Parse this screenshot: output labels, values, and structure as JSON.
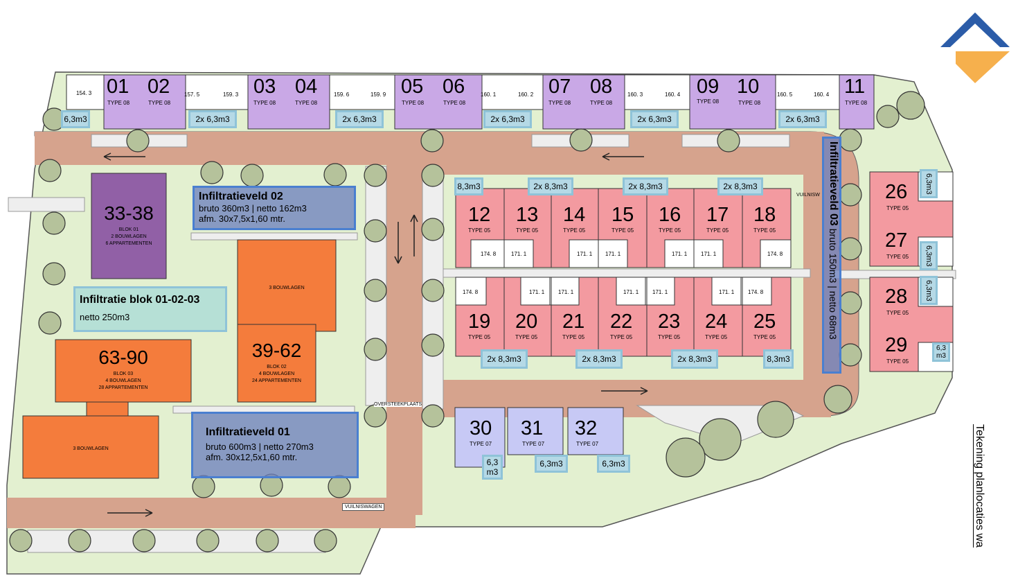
{
  "colors": {
    "grass": "#e3f0d0",
    "road": "#d6a38d",
    "purple": "#c9a8e6",
    "pink": "#f39aa0",
    "orange": "#f47c3c",
    "lavender": "#c7c9f5",
    "blok01": "#9160a6",
    "tank": "#b5d9e6",
    "field": "#6e82be",
    "tree": "#b5c29b"
  },
  "logo": {
    "name": "diamond-logo-icon",
    "colors": [
      "#2b5ca8",
      "#f6b04d"
    ]
  },
  "row_top_houses": [
    {
      "num": "01",
      "type": "TYPE 08"
    },
    {
      "num": "02",
      "type": "TYPE 08"
    },
    {
      "num": "03",
      "type": "TYPE 08"
    },
    {
      "num": "04",
      "type": "TYPE 08"
    },
    {
      "num": "05",
      "type": "TYPE 08"
    },
    {
      "num": "06",
      "type": "TYPE 08"
    },
    {
      "num": "07",
      "type": "TYPE 08"
    },
    {
      "num": "08",
      "type": "TYPE 08"
    },
    {
      "num": "09",
      "type": "TYPE 08"
    },
    {
      "num": "10",
      "type": "TYPE 08"
    },
    {
      "num": "11",
      "type": "TYPE 08"
    }
  ],
  "row_top_gardens": [
    "154. 3",
    "157. 5",
    "159. 3",
    "159. 6",
    "159. 9",
    "160. 1",
    "160. 2",
    "160. 3",
    "160. 4",
    "160. 5",
    "160. 4"
  ],
  "row_top_tanks": [
    "6,3m3",
    "2x 6,3m3",
    "2x 6,3m3",
    "2x 6,3m3",
    "2x 6,3m3",
    "2x 6,3m3"
  ],
  "row_mid_houses": [
    {
      "num": "12",
      "type": "TYPE 05"
    },
    {
      "num": "13",
      "type": "TYPE 05"
    },
    {
      "num": "14",
      "type": "TYPE 05"
    },
    {
      "num": "15",
      "type": "TYPE 05"
    },
    {
      "num": "16",
      "type": "TYPE 05"
    },
    {
      "num": "17",
      "type": "TYPE 05"
    },
    {
      "num": "18",
      "type": "TYPE 05"
    }
  ],
  "row_mid_gardens": [
    "174. 8",
    "171. 1",
    "171. 1",
    "171. 1",
    "171. 1",
    "171. 1",
    "174. 8"
  ],
  "row_mid_tanks": [
    "8,3m3",
    "2x 8,3m3",
    "2x 8,3m3",
    "2x 8,3m3"
  ],
  "row_low_houses": [
    {
      "num": "19",
      "type": "TYPE 05"
    },
    {
      "num": "20",
      "type": "TYPE 05"
    },
    {
      "num": "21",
      "type": "TYPE 05"
    },
    {
      "num": "22",
      "type": "TYPE 05"
    },
    {
      "num": "23",
      "type": "TYPE 05"
    },
    {
      "num": "24",
      "type": "TYPE 05"
    },
    {
      "num": "25",
      "type": "TYPE 05"
    }
  ],
  "row_low_gardens": [
    "174. 8",
    "171. 1",
    "171. 1",
    "171. 1",
    "171. 1",
    "171. 1",
    "174. 8"
  ],
  "row_low_tanks": [
    "2x 8,3m3",
    "2x 8,3m3",
    "2x 8,3m3",
    "8,3m3"
  ],
  "right_houses": [
    {
      "num": "26",
      "type": "TYPE 05"
    },
    {
      "num": "27",
      "type": "TYPE 05"
    },
    {
      "num": "28",
      "type": "TYPE 05"
    },
    {
      "num": "29",
      "type": "TYPE 05"
    }
  ],
  "right_tanks": [
    "6,3m3",
    "6,3m3",
    "6,3m3",
    "6,3 m3"
  ],
  "bottom_houses": [
    {
      "num": "30",
      "type": "TYPE 07",
      "tank": "6,3 m3"
    },
    {
      "num": "31",
      "type": "TYPE 07",
      "tank": "6,3m3"
    },
    {
      "num": "32",
      "type": "TYPE 07",
      "tank": "6,3m3"
    }
  ],
  "blocks": {
    "b3338": {
      "num": "33-38",
      "l1": "BLOK 01",
      "l2": "2 BOUWLAGEN",
      "l3": "6 APPARTEMENTEN"
    },
    "b3962": {
      "num": "39-62",
      "l1": "BLOK 02",
      "l2": "4 BOUWLAGEN",
      "l3": "24 APPARTEMENTEN"
    },
    "b6390": {
      "num": "63-90",
      "l1": "BLOK 03",
      "l2": "4 BOUWLAGEN",
      "l3": "28 APPARTEMENTEN"
    },
    "wing_top": "3 BOUWLAGEN",
    "wing_bottom": "3 BOUWLAGEN"
  },
  "infiltratie_blok": {
    "title": "Infiltratie blok 01-02-03",
    "detail": "netto 250m3"
  },
  "veld01": {
    "title": "Infiltratieveld 01",
    "l1": "bruto 600m3 | netto 270m3",
    "l2": "afm. 30x12,5x1,60 mtr."
  },
  "veld02": {
    "title": "Infiltratieveld 02",
    "l1": "bruto 360m3 | netto 162m3",
    "l2": "afm. 30x7,5x1,60 mtr."
  },
  "veld03": {
    "title": "Infiltratieveld 03",
    "l1": "bruto 150m3 | netto 68m3"
  },
  "road_labels": {
    "overst": "OVERSTEEKPLAATS",
    "vuil1": "VUILNISWAGEN",
    "vuil2": "VUILNISW"
  },
  "side_text": "Tekening planlocaties wa"
}
